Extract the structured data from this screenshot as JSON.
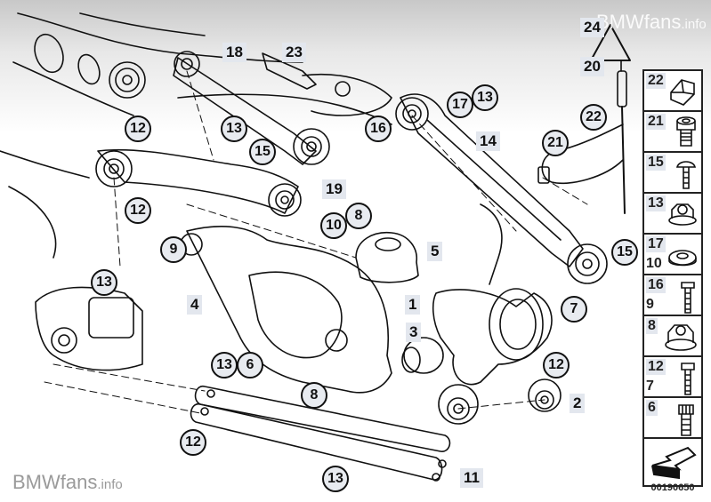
{
  "watermark": {
    "top": {
      "brand": "BMWfans",
      "suffix": ".info"
    },
    "bottom": {
      "brand": "BMWfans",
      "suffix": ".info"
    }
  },
  "diagram": {
    "title": "Rear axle suspension exploded parts diagram",
    "part_number": "00190650",
    "callouts": [
      {
        "id": "c1",
        "label": "1",
        "style": "square"
      },
      {
        "id": "c2",
        "label": "2",
        "style": "square"
      },
      {
        "id": "c3",
        "label": "3",
        "style": "square"
      },
      {
        "id": "c4",
        "label": "4",
        "style": "square"
      },
      {
        "id": "c5",
        "label": "5",
        "style": "square"
      },
      {
        "id": "c6",
        "label": "6",
        "style": "circle"
      },
      {
        "id": "c7",
        "label": "7",
        "style": "circle"
      },
      {
        "id": "c8a",
        "label": "8",
        "style": "circle"
      },
      {
        "id": "c8b",
        "label": "8",
        "style": "circle"
      },
      {
        "id": "c9",
        "label": "9",
        "style": "circle"
      },
      {
        "id": "c10",
        "label": "10",
        "style": "circle"
      },
      {
        "id": "c11",
        "label": "11",
        "style": "square"
      },
      {
        "id": "c12a",
        "label": "12",
        "style": "circle"
      },
      {
        "id": "c12b",
        "label": "12",
        "style": "circle"
      },
      {
        "id": "c12c",
        "label": "12",
        "style": "circle"
      },
      {
        "id": "c12d",
        "label": "12",
        "style": "circle"
      },
      {
        "id": "c13a",
        "label": "13",
        "style": "circle"
      },
      {
        "id": "c13b",
        "label": "13",
        "style": "circle"
      },
      {
        "id": "c13c",
        "label": "13",
        "style": "circle"
      },
      {
        "id": "c13d",
        "label": "13",
        "style": "circle"
      },
      {
        "id": "c13e",
        "label": "13",
        "style": "circle"
      },
      {
        "id": "c14",
        "label": "14",
        "style": "square"
      },
      {
        "id": "c15a",
        "label": "15",
        "style": "circle"
      },
      {
        "id": "c15b",
        "label": "15",
        "style": "circle"
      },
      {
        "id": "c16",
        "label": "16",
        "style": "circle"
      },
      {
        "id": "c17",
        "label": "17",
        "style": "circle"
      },
      {
        "id": "c18",
        "label": "18",
        "style": "square"
      },
      {
        "id": "c19",
        "label": "19",
        "style": "square"
      },
      {
        "id": "c20",
        "label": "20",
        "style": "square"
      },
      {
        "id": "c21",
        "label": "21",
        "style": "circle"
      },
      {
        "id": "c22",
        "label": "22",
        "style": "circle"
      },
      {
        "id": "c23",
        "label": "23",
        "style": "square"
      },
      {
        "id": "c24",
        "label": "24",
        "style": "square"
      }
    ]
  },
  "legend_panel": {
    "cells": [
      {
        "labels": [
          "22"
        ],
        "icon": "rubber-mount-icon"
      },
      {
        "labels": [
          "21"
        ],
        "icon": "hex-socket-bolt-icon"
      },
      {
        "labels": [
          "15"
        ],
        "icon": "collar-bolt-icon"
      },
      {
        "labels": [
          "13"
        ],
        "icon": "flange-nut-icon"
      },
      {
        "labels": [
          "17",
          "10"
        ],
        "icon": "eccentric-washer-icon"
      },
      {
        "labels": [
          "16",
          "9"
        ],
        "icon": "hex-bolt-icon"
      },
      {
        "labels": [
          "8"
        ],
        "icon": "large-flange-nut-icon"
      },
      {
        "labels": [
          "12",
          "7"
        ],
        "icon": "long-hex-bolt-icon"
      },
      {
        "labels": [
          "6"
        ],
        "icon": "torx-bolt-icon"
      },
      {
        "labels": [],
        "icon": "front-direction-arrow-icon"
      }
    ]
  }
}
